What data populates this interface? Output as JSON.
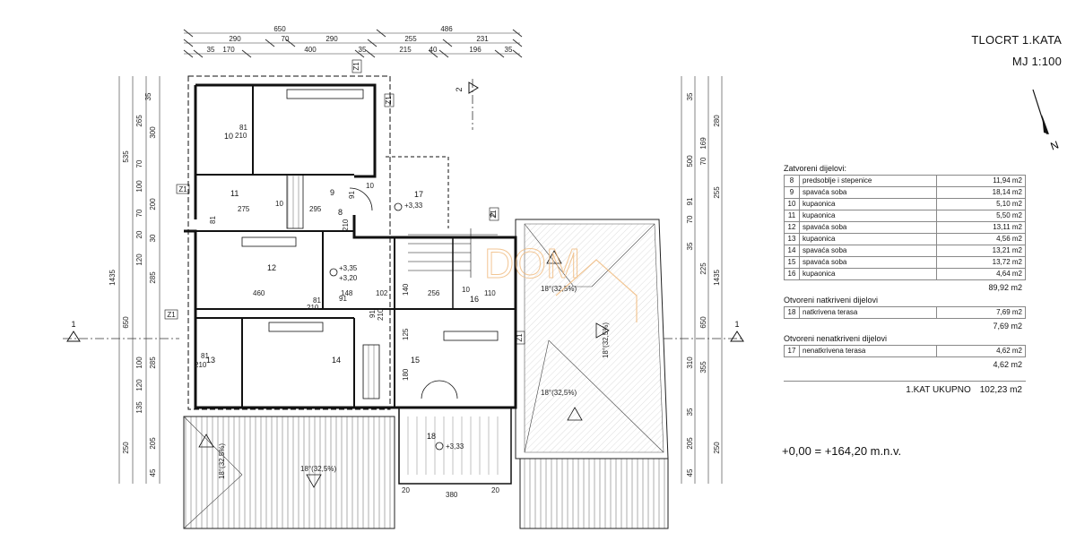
{
  "drawing": {
    "title": "TLOCRT 1.KATA",
    "scale": "MJ 1:100",
    "elevation_note": "+0,00 = +164,20 m.n.v.",
    "north_label": "N"
  },
  "watermark": "DOM",
  "dimensions_top": {
    "row1": [
      "650",
      "486"
    ],
    "row2": [
      "290",
      "70",
      "290",
      "255",
      "231"
    ],
    "row3": [
      "35",
      "170",
      "400",
      "35",
      "215",
      "40",
      "196",
      "35"
    ]
  },
  "dimensions_left": [
    "35",
    "265",
    "300",
    "535",
    "70",
    "100",
    "200",
    "70",
    "20",
    "120",
    "30",
    "285",
    "650",
    "1435",
    "100",
    "285",
    "120",
    "135",
    "250",
    "205",
    "45"
  ],
  "dimensions_right": [
    "35",
    "280",
    "500",
    "70",
    "169",
    "255",
    "91",
    "70",
    "225",
    "35",
    "1435",
    "650",
    "310",
    "355",
    "35",
    "250",
    "205",
    "45"
  ],
  "section_marks": [
    "1",
    "1",
    "2",
    "2"
  ],
  "tags": [
    "Z1",
    "Z1",
    "Z1",
    "Z1",
    "Z1",
    "Z1"
  ],
  "rooms": [
    {
      "no": "8"
    },
    {
      "no": "9"
    },
    {
      "no": "10"
    },
    {
      "no": "11"
    },
    {
      "no": "12"
    },
    {
      "no": "13"
    },
    {
      "no": "14"
    },
    {
      "no": "15"
    },
    {
      "no": "16"
    },
    {
      "no": "17"
    },
    {
      "no": "18"
    }
  ],
  "levels": [
    "+3,33",
    "+3,35",
    "+3,20",
    "+3,33"
  ],
  "inner_dims": [
    "275",
    "10",
    "295",
    "460",
    "148",
    "102",
    "256",
    "10",
    "110",
    "380",
    "20",
    "20",
    "210",
    "210",
    "210",
    "81",
    "81",
    "81",
    "81",
    "91",
    "91",
    "91",
    "210",
    "210",
    "10",
    "140",
    "125",
    "180"
  ],
  "roof_labels": [
    "18°(32,5%)",
    "18°(32,5%)",
    "18°(32,5%)",
    "18°(32,5%)",
    "18°(32,5%)"
  ],
  "schedule": {
    "closed_header": "Zatvoreni dijelovi:",
    "closed": [
      {
        "n": "8",
        "name": "predsoblje i stepenice",
        "area": "11,94 m2"
      },
      {
        "n": "9",
        "name": "spavaća soba",
        "area": "18,14 m2"
      },
      {
        "n": "10",
        "name": "kupaonica",
        "area": "5,10 m2"
      },
      {
        "n": "11",
        "name": "kupaonica",
        "area": "5,50 m2"
      },
      {
        "n": "12",
        "name": "spavaća soba",
        "area": "13,11 m2"
      },
      {
        "n": "13",
        "name": "kupaonica",
        "area": "4,56 m2"
      },
      {
        "n": "14",
        "name": "spavaća soba",
        "area": "13,21 m2"
      },
      {
        "n": "15",
        "name": "spavaća soba",
        "area": "13,72 m2"
      },
      {
        "n": "16",
        "name": "kupaonica",
        "area": "4,64 m2"
      }
    ],
    "closed_total": "89,92 m2",
    "covered_header": "Otvoreni natkriveni dijelovi",
    "covered": [
      {
        "n": "18",
        "name": "natkrivena terasa",
        "area": "7,69 m2"
      }
    ],
    "covered_total": "7,69 m2",
    "open_header": "Otvoreni nenatkriveni dijelovi",
    "open": [
      {
        "n": "17",
        "name": "nenatkrivena terasa",
        "area": "4,62 m2"
      }
    ],
    "open_total": "4,62 m2",
    "grand_label": "1.KAT UKUPNO",
    "grand_total": "102,23 m2"
  }
}
